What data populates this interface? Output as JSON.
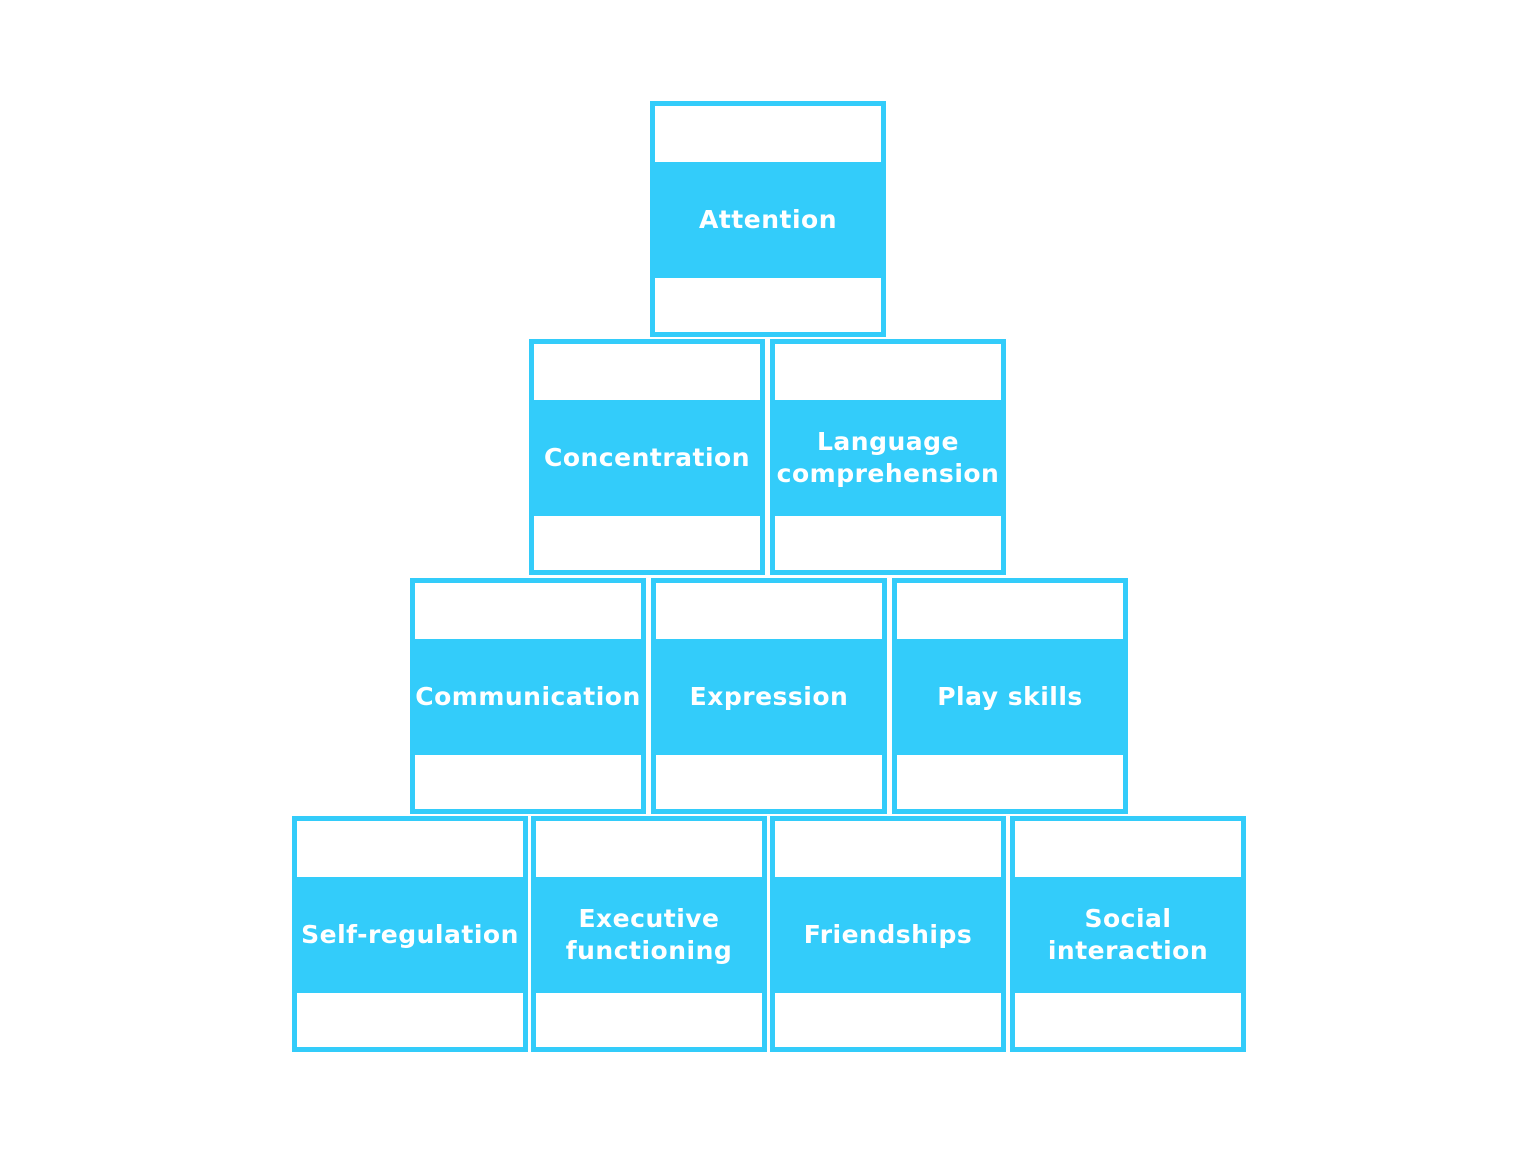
{
  "colors": {
    "block_accent": "#33ccfa",
    "label_text": "#ffffff",
    "background": "#ffffff"
  },
  "pyramid": {
    "rows": [
      {
        "blocks": [
          {
            "label": "Attention"
          }
        ]
      },
      {
        "blocks": [
          {
            "label": "Concentration"
          },
          {
            "label": "Language comprehension"
          }
        ]
      },
      {
        "blocks": [
          {
            "label": "Communication"
          },
          {
            "label": "Expression"
          },
          {
            "label": "Play skills"
          }
        ]
      },
      {
        "blocks": [
          {
            "label": "Self-regulation"
          },
          {
            "label": "Executive functioning"
          },
          {
            "label": "Friendships"
          },
          {
            "label": "Social interaction"
          }
        ]
      }
    ]
  }
}
